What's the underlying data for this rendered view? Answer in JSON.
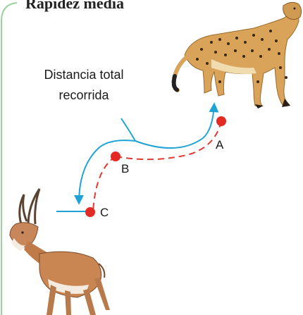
{
  "title": "Rapidez media",
  "distance_label_line1": "Distancia total",
  "distance_label_line2": "recorrida",
  "points": [
    {
      "label": "A"
    },
    {
      "label": "B"
    },
    {
      "label": "C"
    }
  ],
  "colors": {
    "path": "#1fa3d6",
    "displacement": "#e23a32",
    "point": "#e32a24",
    "frame": "#9bd19b"
  },
  "icons": {
    "predator": "cheetah-illustration",
    "prey": "antelope-illustration"
  }
}
